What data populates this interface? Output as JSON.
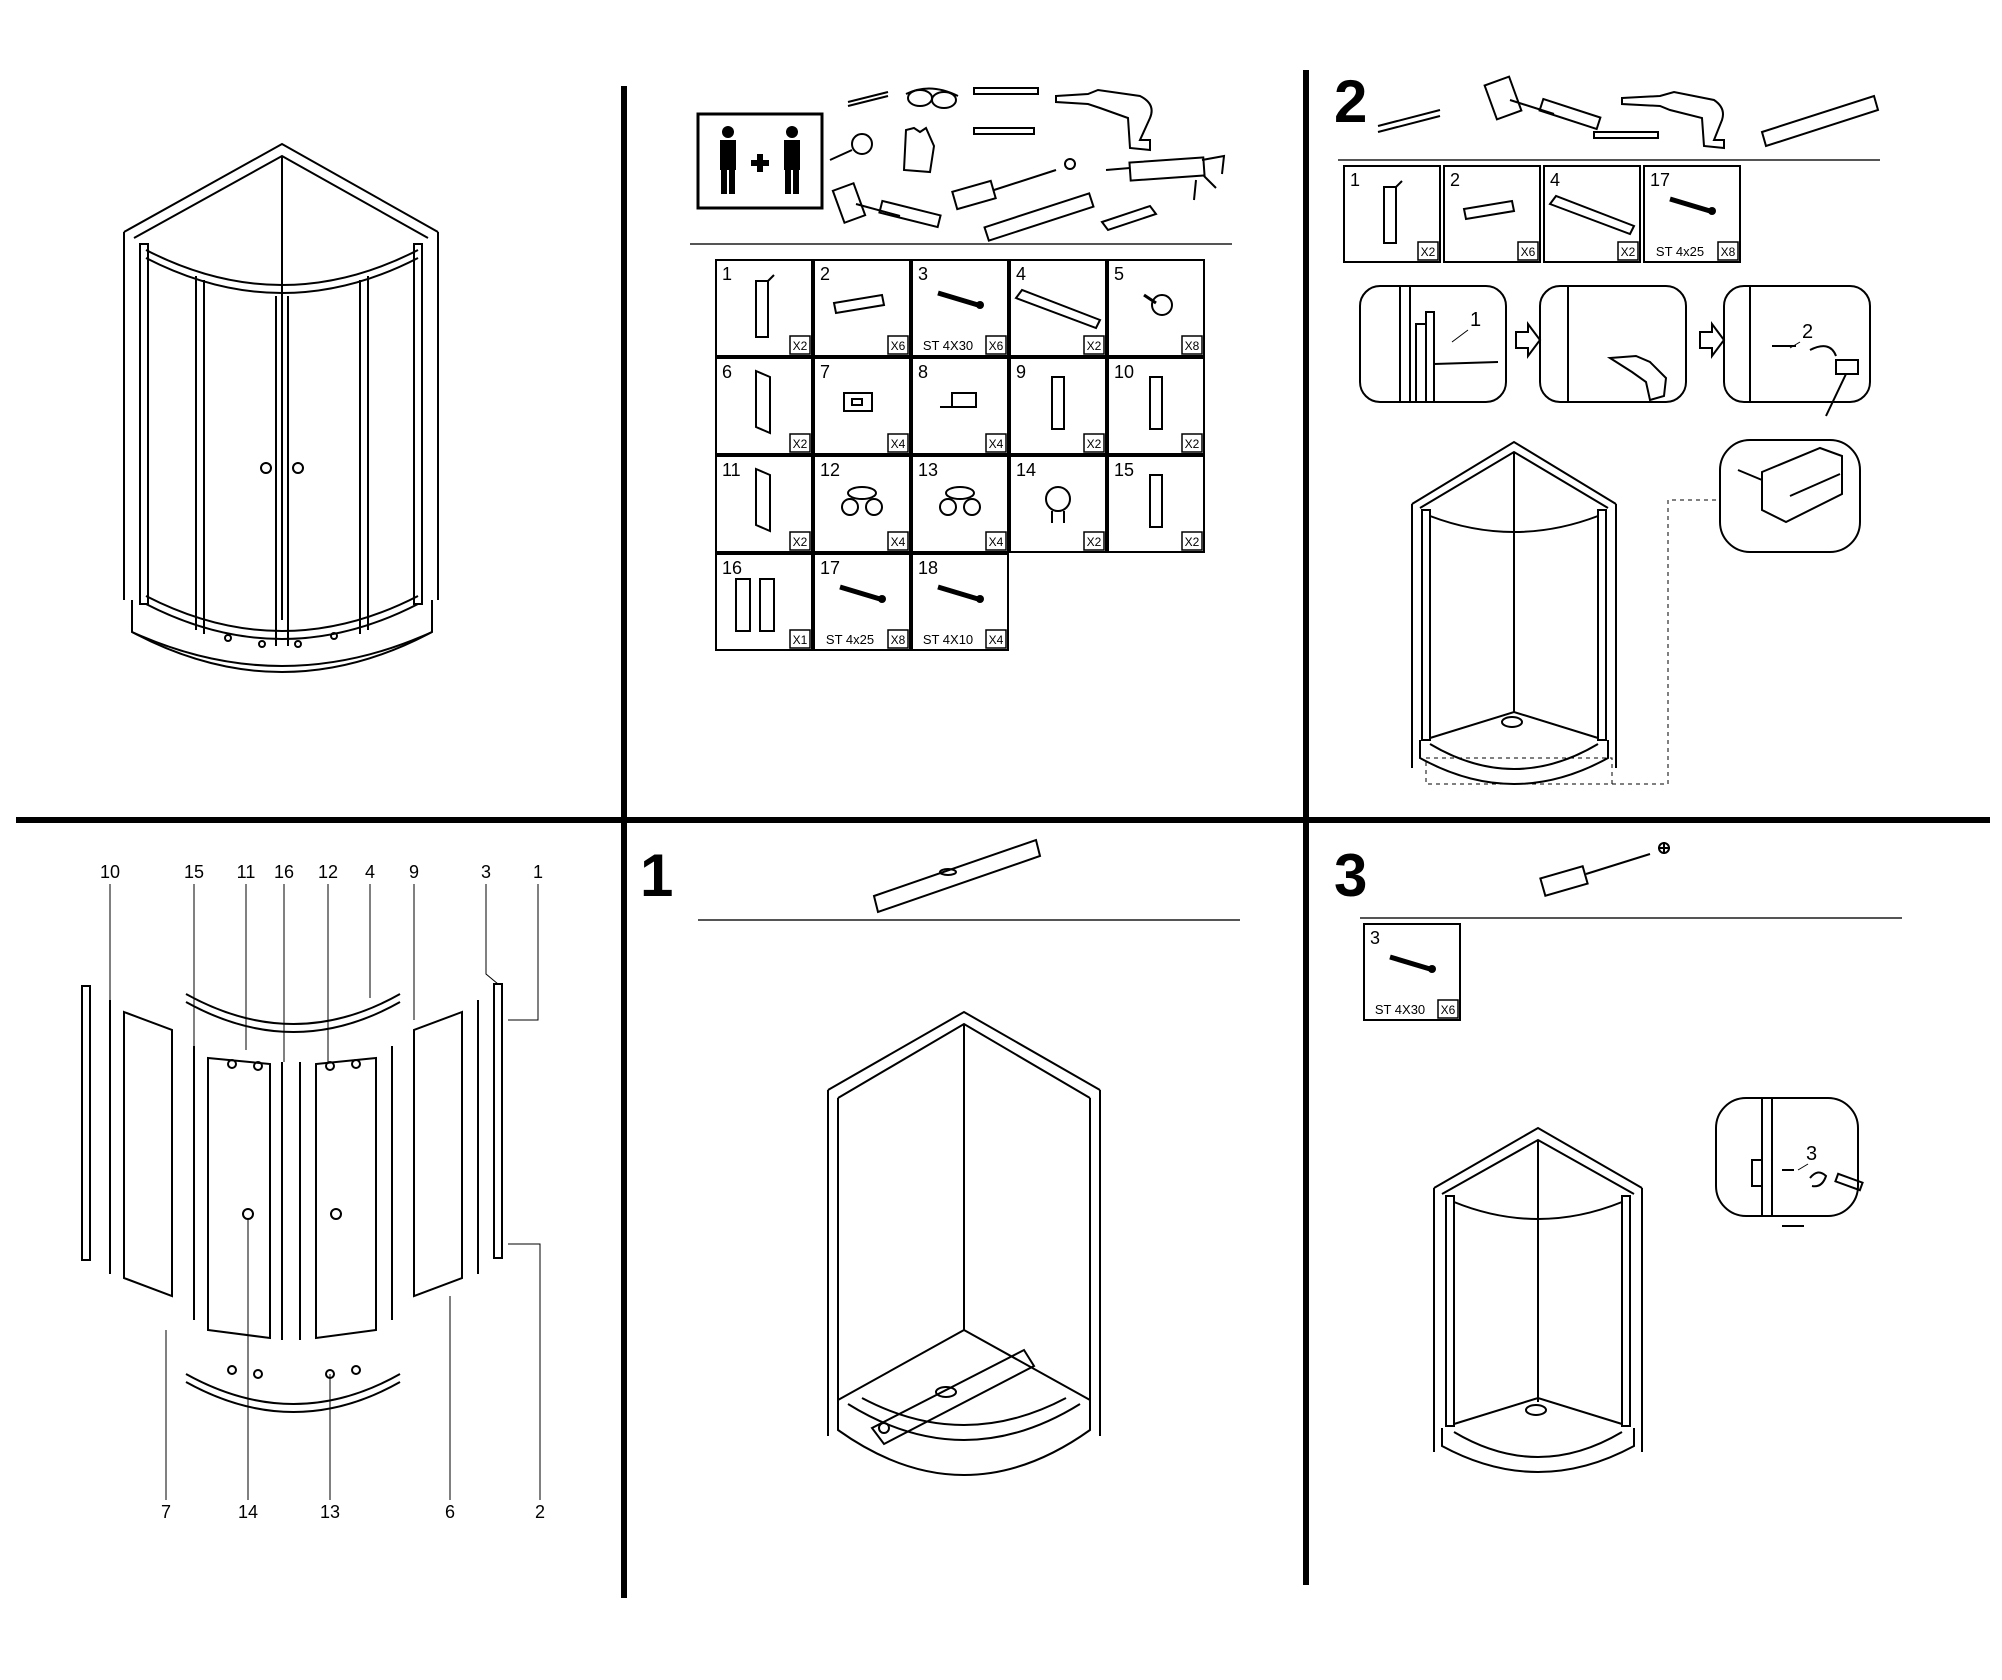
{
  "steps": {
    "one": "1",
    "two": "2",
    "three": "3"
  },
  "parts": [
    {
      "num": "1",
      "qty": "X2",
      "spec": ""
    },
    {
      "num": "2",
      "qty": "X6",
      "spec": ""
    },
    {
      "num": "3",
      "qty": "X6",
      "spec": "ST 4X30"
    },
    {
      "num": "4",
      "qty": "X2",
      "spec": ""
    },
    {
      "num": "5",
      "qty": "X8",
      "spec": ""
    },
    {
      "num": "6",
      "qty": "X2",
      "spec": ""
    },
    {
      "num": "7",
      "qty": "X4",
      "spec": ""
    },
    {
      "num": "8",
      "qty": "X4",
      "spec": ""
    },
    {
      "num": "9",
      "qty": "X2",
      "spec": ""
    },
    {
      "num": "10",
      "qty": "X2",
      "spec": ""
    },
    {
      "num": "11",
      "qty": "X2",
      "spec": ""
    },
    {
      "num": "12",
      "qty": "X4",
      "spec": ""
    },
    {
      "num": "13",
      "qty": "X4",
      "spec": ""
    },
    {
      "num": "14",
      "qty": "X2",
      "spec": ""
    },
    {
      "num": "15",
      "qty": "X2",
      "spec": ""
    },
    {
      "num": "16",
      "qty": "X1",
      "spec": ""
    },
    {
      "num": "17",
      "qty": "X8",
      "spec": "ST 4x25"
    },
    {
      "num": "18",
      "qty": "X4",
      "spec": "ST 4X10"
    }
  ],
  "step2_parts": [
    {
      "num": "1",
      "qty": "X2",
      "spec": ""
    },
    {
      "num": "2",
      "qty": "X6",
      "spec": ""
    },
    {
      "num": "4",
      "qty": "X2",
      "spec": ""
    },
    {
      "num": "17",
      "qty": "X8",
      "spec": "ST 4x25"
    }
  ],
  "step3_parts": [
    {
      "num": "3",
      "qty": "X6",
      "spec": "ST 4X30"
    }
  ],
  "exploded_labels_top": [
    "10",
    "15",
    "11",
    "16",
    "12",
    "4",
    "9",
    "3",
    "1"
  ],
  "exploded_labels_bottom": [
    "7",
    "14",
    "13",
    "6",
    "2"
  ],
  "callouts": {
    "step2_a": "1",
    "step2_b": "2",
    "step3": "3"
  },
  "icons": [
    "two-persons-icon",
    "pencil-icon",
    "safety-glasses-icon",
    "drill-bit-icon",
    "drill-icon",
    "tape-measure-icon",
    "gloves-icon",
    "screwdriver-icon",
    "rubber-mallet-icon",
    "spirit-level-icon",
    "utility-knife-icon",
    "silicone-gun-icon"
  ]
}
